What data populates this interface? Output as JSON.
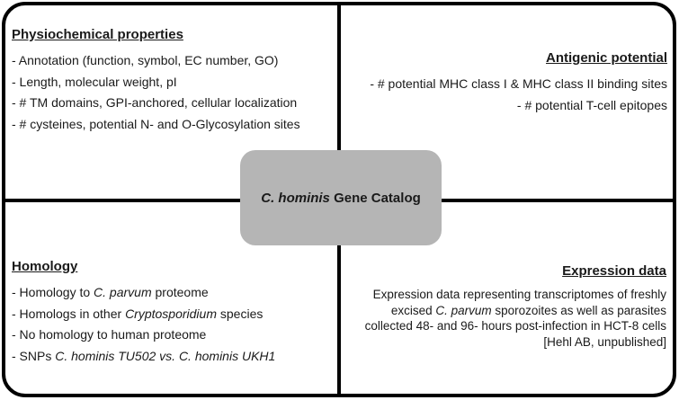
{
  "colors": {
    "diagram_line": "#000000",
    "center_box_fill": "#b5b5b5",
    "text": "#1a1a1a",
    "background": "#ffffff"
  },
  "center_box": {
    "label_segments": [
      {
        "text": "C. hominis ",
        "italic": true
      },
      {
        "text": "Gene Catalog",
        "italic": false
      }
    ]
  },
  "quadrants": {
    "top_left": {
      "title": "Physiochemical properties",
      "items": [
        {
          "segments": [
            {
              "text": "- Annotation (function, symbol, EC number, GO)"
            }
          ]
        },
        {
          "segments": [
            {
              "text": "- Length, molecular weight, pI"
            }
          ]
        },
        {
          "segments": [
            {
              "text": "- # TM domains, GPI-anchored,  cellular localization"
            }
          ]
        },
        {
          "segments": [
            {
              "text": "- # cysteines, potential N- and O-Glycosylation sites"
            }
          ]
        }
      ]
    },
    "top_right": {
      "title": "Antigenic potential",
      "items": [
        {
          "segments": [
            {
              "text": "- # potential MHC class I & MHC class II binding sites"
            }
          ]
        },
        {
          "segments": [
            {
              "text": "- # potential T-cell epitopes"
            }
          ]
        }
      ]
    },
    "bottom_left": {
      "title": "Homology",
      "items": [
        {
          "segments": [
            {
              "text": "- Homology to "
            },
            {
              "text": "C. parvum",
              "italic": true
            },
            {
              "text": " proteome"
            }
          ]
        },
        {
          "segments": [
            {
              "text": "- Homologs in other "
            },
            {
              "text": "Cryptosporidium",
              "italic": true
            },
            {
              "text": " species"
            }
          ]
        },
        {
          "segments": [
            {
              "text": "- No homology to human proteome"
            }
          ]
        },
        {
          "segments": [
            {
              "text": "- SNPs "
            },
            {
              "text": "C. hominis TU502 vs. C. hominis UKH1",
              "italic": true
            }
          ]
        }
      ]
    },
    "bottom_right": {
      "title": "Expression data",
      "paragraph_segments": [
        {
          "text": "Expression data representing transcriptomes of freshly excised "
        },
        {
          "text": "C. parvum",
          "italic": true
        },
        {
          "text": " sporozoites as well as parasites collected 48- and 96- hours post-infection in HCT-8 cells [Hehl AB, unpublished]"
        }
      ]
    }
  }
}
